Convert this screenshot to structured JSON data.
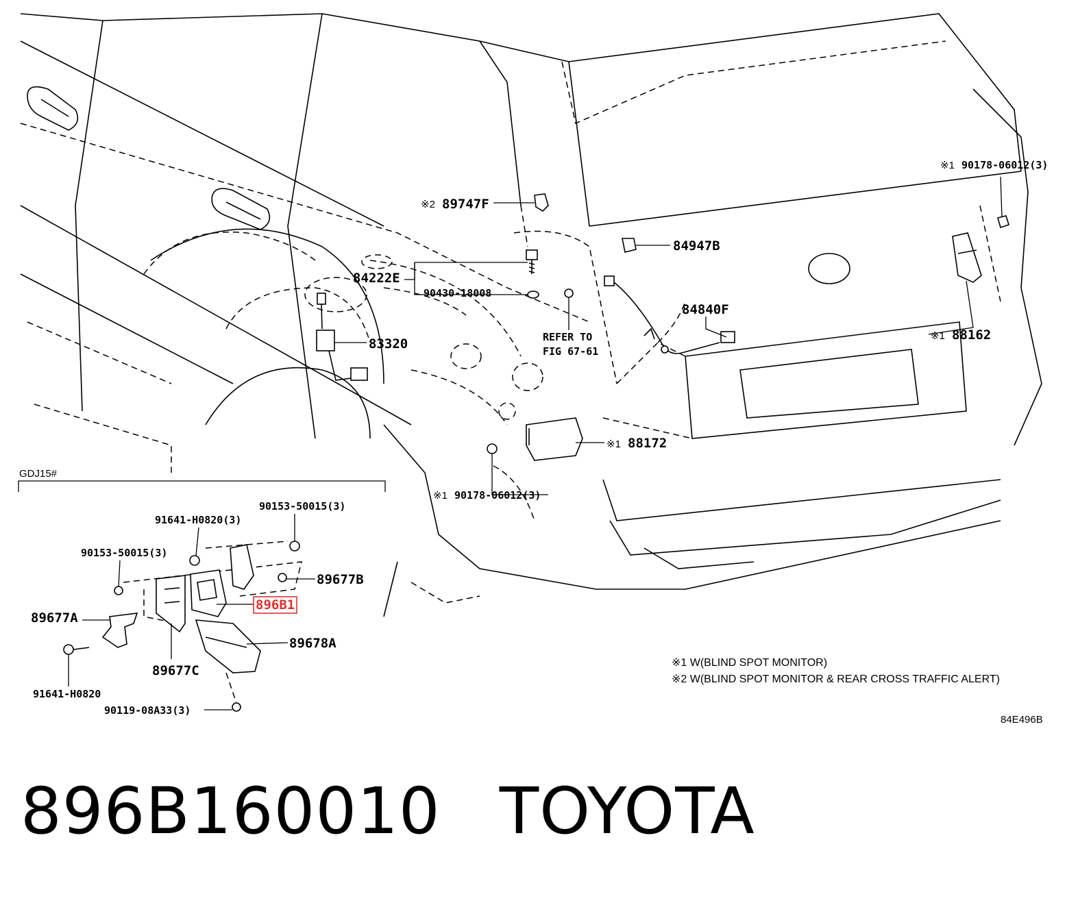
{
  "callouts": {
    "c89747F": "89747F",
    "c84222E": "84222E",
    "c90430": "90430-18008",
    "c83320": "83320",
    "c84947B": "84947B",
    "c84840F": "84840F",
    "c88162": "88162",
    "c88172": "88172",
    "c90178a": "90178-06012(3)",
    "c90178b": "90178-06012(3)",
    "refer1": "REFER TO",
    "refer2": "FIG 67-61"
  },
  "marks": {
    "m1": "※1",
    "m2": "※2"
  },
  "inset": {
    "title": "GDJ15#",
    "c90153a": "90153-50015(3)",
    "c91641a": "91641-H0820(3)",
    "c90153b": "90153-50015(3)",
    "c89677B": "89677B",
    "c89677A": "89677A",
    "c896B1": "896B1",
    "c89678A": "89678A",
    "c89677C": "89677C",
    "c91641b": "91641-H0820",
    "c90119": "90119-08A33(3)"
  },
  "notes": {
    "n1": "※1 W(BLIND SPOT MONITOR)",
    "n2": "※2 W(BLIND SPOT MONITOR & REAR CROSS TRAFFIC ALERT)"
  },
  "figure_code": "84E496B",
  "caption": {
    "part_number": "896B160010",
    "brand": "TOYOTA"
  },
  "colors": {
    "highlight": "#e03030"
  }
}
